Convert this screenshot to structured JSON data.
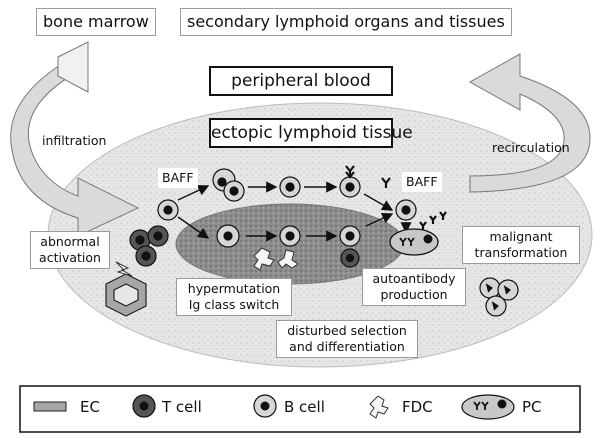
{
  "regions": {
    "bone_marrow": "bone marrow",
    "secondary": "secondary lymphoid organs and tissues",
    "peripheral_blood": "peripheral blood",
    "ectopic": "ectopic lymphoid tissue"
  },
  "processes": {
    "infiltration": "infiltration",
    "recirculation": "recirculation",
    "baff_left": "BAFF",
    "baff_right": "BAFF",
    "abnormal_activation_1": "abnormal",
    "abnormal_activation_2": "activation",
    "hypermutation_1": "hypermutation",
    "hypermutation_2": "Ig class switch",
    "autoantibody_1": "autoantibody",
    "autoantibody_2": "production",
    "malignant_1": "malignant",
    "malignant_2": "transformation",
    "disturbed_1": "disturbed selection",
    "disturbed_2": "and differentiation"
  },
  "legend": {
    "ec": "EC",
    "t_cell": "T cell",
    "b_cell": "B cell",
    "fdc": "FDC",
    "pc": "PC"
  },
  "icons": {
    "ec": "endothelial-cell-icon",
    "t_cell": "t-cell-icon",
    "b_cell": "b-cell-icon",
    "fdc": "fdc-icon",
    "pc": "plasma-cell-icon"
  },
  "colors": {
    "tissue": "#e4e4e4",
    "germinal": "#8c8c8c",
    "arrow": "#d9d9d9",
    "t_cell": "#555555",
    "b_cell": "#d6d6d6"
  }
}
